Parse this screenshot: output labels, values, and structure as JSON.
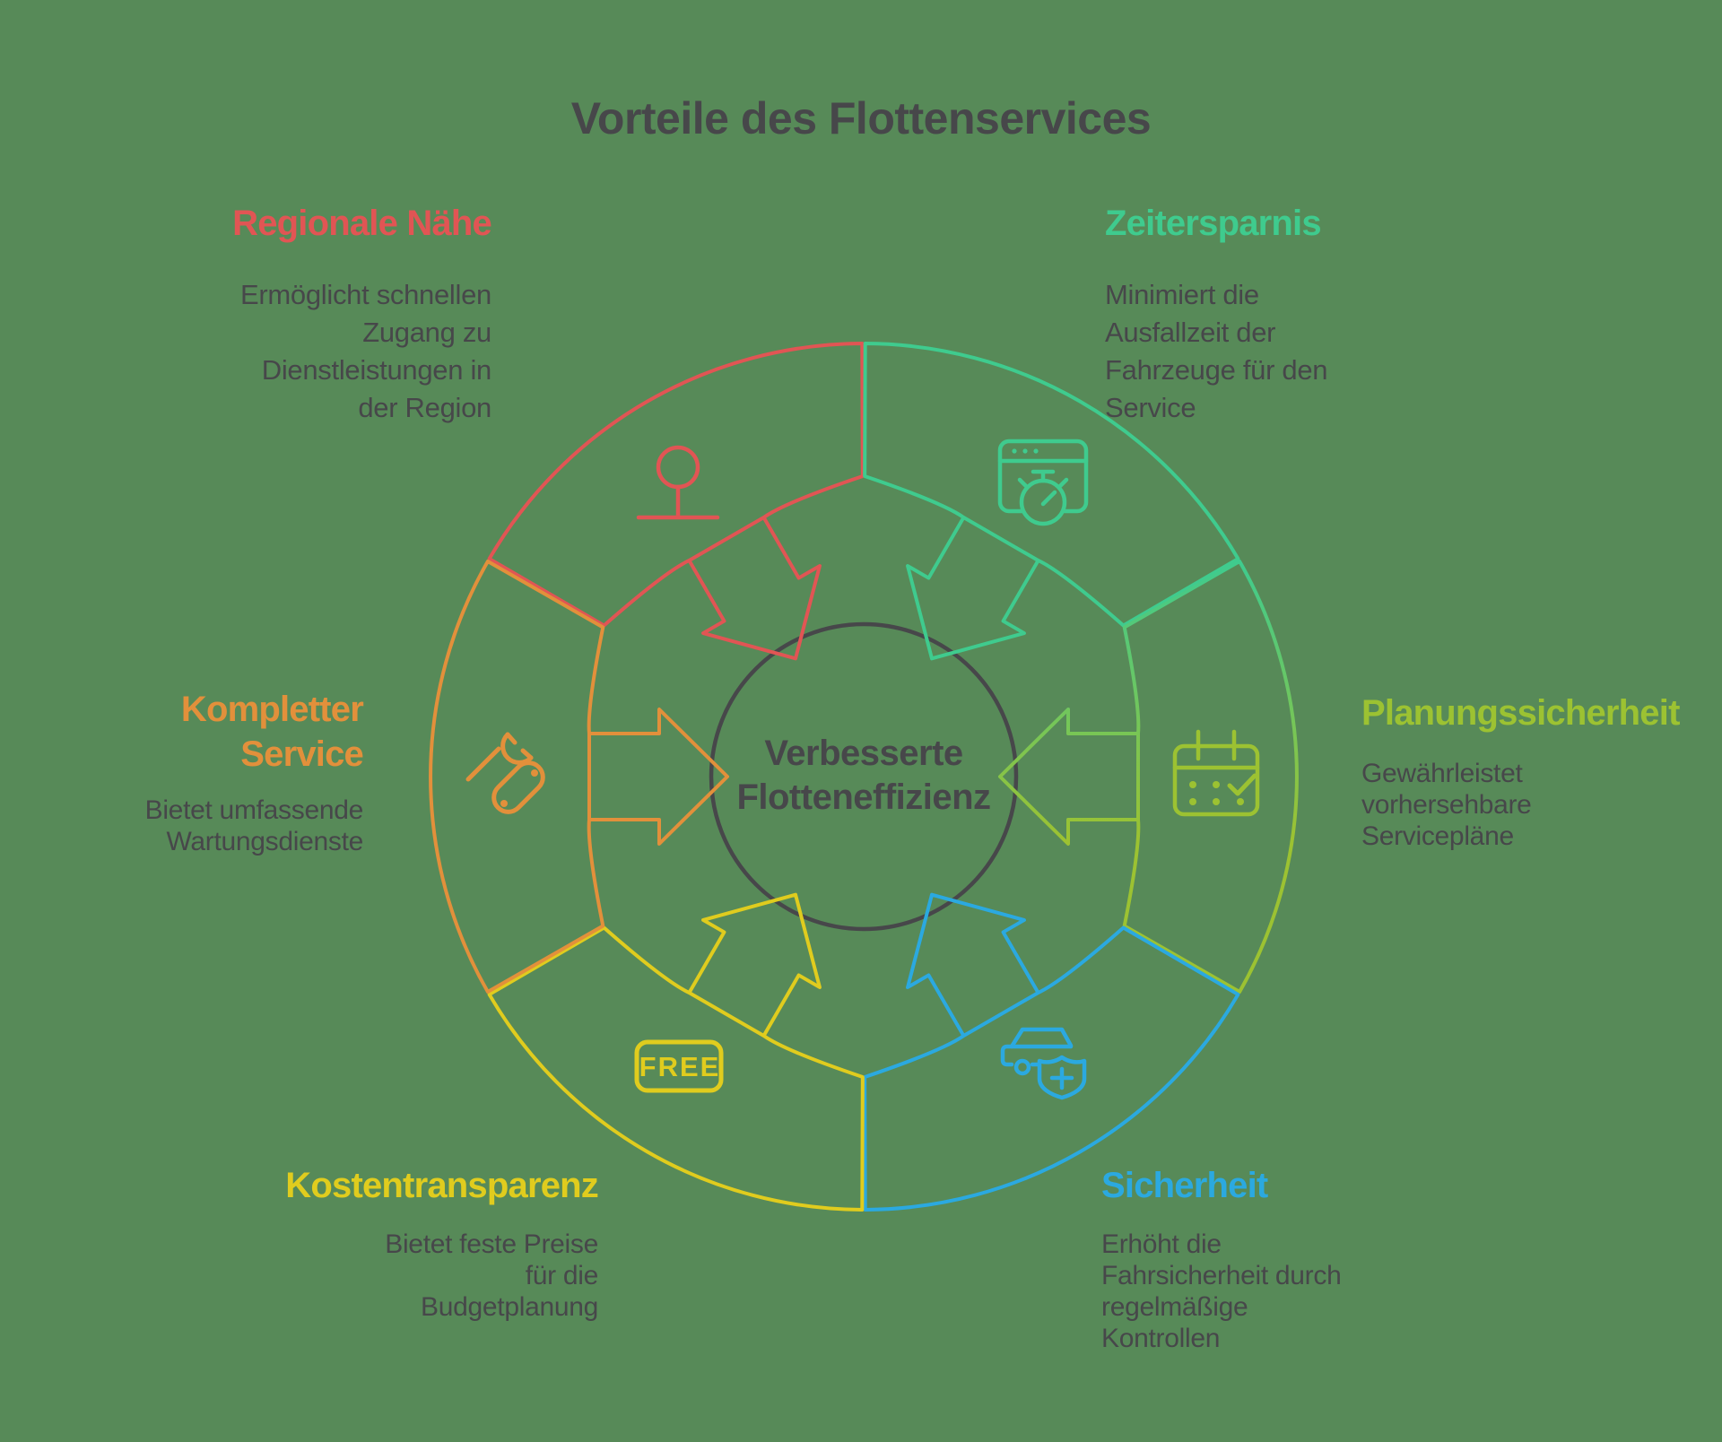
{
  "background_color": "#578A58",
  "title": "Vorteile des Flottenservices",
  "center": {
    "line1": "Verbesserte",
    "line2": "Flotteneffizienz"
  },
  "ring": {
    "center_circle_color": "#47474A"
  },
  "benefits": [
    {
      "id": "regionale-naehe",
      "heading": "Regionale Nähe",
      "color": "#E15554",
      "icon": "map-pin-icon",
      "lines": [
        "Ermöglicht schnellen",
        "Zugang zu",
        "Dienstleistungen in",
        "der Region"
      ]
    },
    {
      "id": "zeitersparnis",
      "heading": "Zeitersparnis",
      "color": "#3FCB8E",
      "icon": "browser-stopwatch-icon",
      "lines": [
        "Minimiert die",
        "Ausfallzeit der",
        "Fahrzeuge für den",
        "Service"
      ]
    },
    {
      "id": "planungssicherheit",
      "heading": "Planungssicherheit",
      "color": "#9CC232",
      "gradient_from": "#3FCB8E",
      "icon": "calendar-check-icon",
      "lines": [
        "Gewährleistet",
        "vorhersehbare",
        "Servicepläne"
      ]
    },
    {
      "id": "sicherheit",
      "heading": "Sicherheit",
      "color": "#2BA9E0",
      "icon": "car-shield-icon",
      "lines": [
        "Erhöht die",
        "Fahrsicherheit durch",
        "regelmäßige",
        "Kontrollen"
      ]
    },
    {
      "id": "kostentransparenz",
      "heading": "Kostentransparenz",
      "color": "#E0CC1E",
      "icon": "free-badge-icon",
      "free_label": "FREE",
      "lines": [
        "Bietet feste Preise",
        "für die",
        "Budgetplanung"
      ]
    },
    {
      "id": "kompletter-service",
      "heading": "Kompletter Service",
      "color": "#E2903B",
      "icon": "tools-icon",
      "lines": [
        "Bietet umfassende",
        "Wartungsdienste"
      ]
    }
  ]
}
